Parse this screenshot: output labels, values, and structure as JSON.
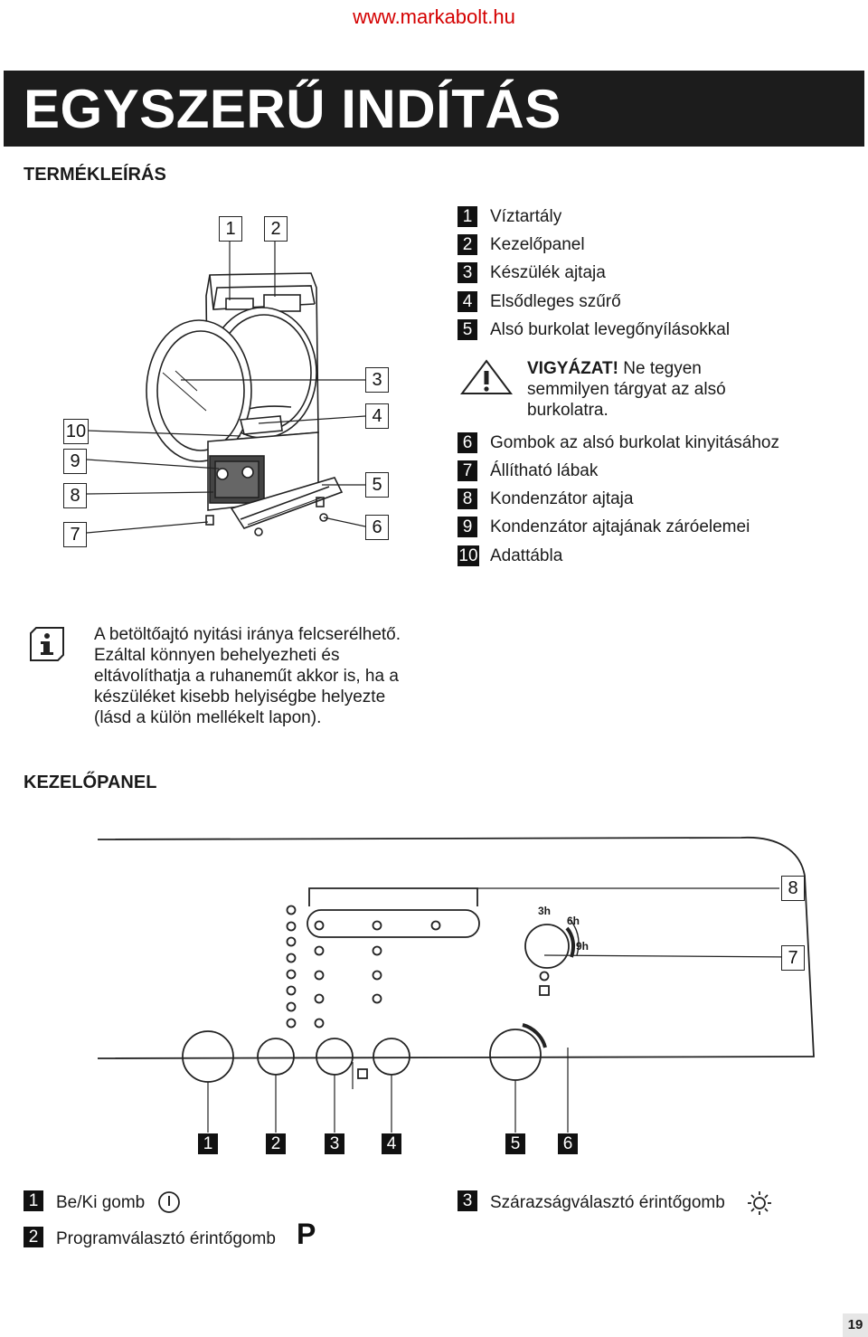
{
  "header": {
    "url": "www.markabolt.hu",
    "title": "EGYSZERŰ INDÍTÁS"
  },
  "sections": {
    "product": "TERMÉKLEÍRÁS",
    "panel": "KEZELŐPANEL"
  },
  "figure_callouts": {
    "top": [
      "1",
      "2"
    ],
    "left": [
      "10",
      "9",
      "8",
      "7"
    ],
    "right": [
      "3",
      "4",
      "5",
      "6"
    ]
  },
  "legend": [
    {
      "num": "1",
      "text": "Víztartály"
    },
    {
      "num": "2",
      "text": "Kezelőpanel"
    },
    {
      "num": "3",
      "text": "Készülék ajtaja"
    },
    {
      "num": "4",
      "text": "Elsődleges szűrő"
    },
    {
      "num": "5",
      "text": "Alsó burkolat levegőnyílásokkal"
    },
    {
      "num": "6",
      "text": "Gombok az alsó burkolat kinyitásához"
    },
    {
      "num": "7",
      "text": "Állítható lábak"
    },
    {
      "num": "8",
      "text": "Kondenzátor ajtaja"
    },
    {
      "num": "9",
      "text": "Kondenzátor ajtajának záróelemei"
    },
    {
      "num": "10",
      "text": "Adattábla"
    }
  ],
  "warning": {
    "label": "VIGYÁZAT!",
    "text": " Ne tegyen semmilyen tárgyat az alsó burkolatra."
  },
  "info_note": "A betöltőajtó nyitási iránya felcserélhető. Ezáltal könnyen behelyezheti és eltávolíthatja a ruhaneműt akkor is, ha a készüléket kisebb helyiségbe helyezte (lásd a külön mellékelt lapon).",
  "panel": {
    "time_labels": [
      "3h",
      "6h",
      "9h"
    ],
    "bottom_callouts": [
      "1",
      "2",
      "3",
      "4",
      "5",
      "6"
    ],
    "right_callouts": [
      "8",
      "7"
    ]
  },
  "button_legend": [
    {
      "num": "1",
      "text": "Be/Ki gomb",
      "icon": "power-icon"
    },
    {
      "num": "2",
      "text": "Programválasztó érintőgomb",
      "icon": "program-p-icon",
      "icon_text": "P"
    },
    {
      "num": "3",
      "text": "Szárazságválasztó érintőgomb",
      "icon": "sun-icon"
    }
  ],
  "page_number": "19"
}
